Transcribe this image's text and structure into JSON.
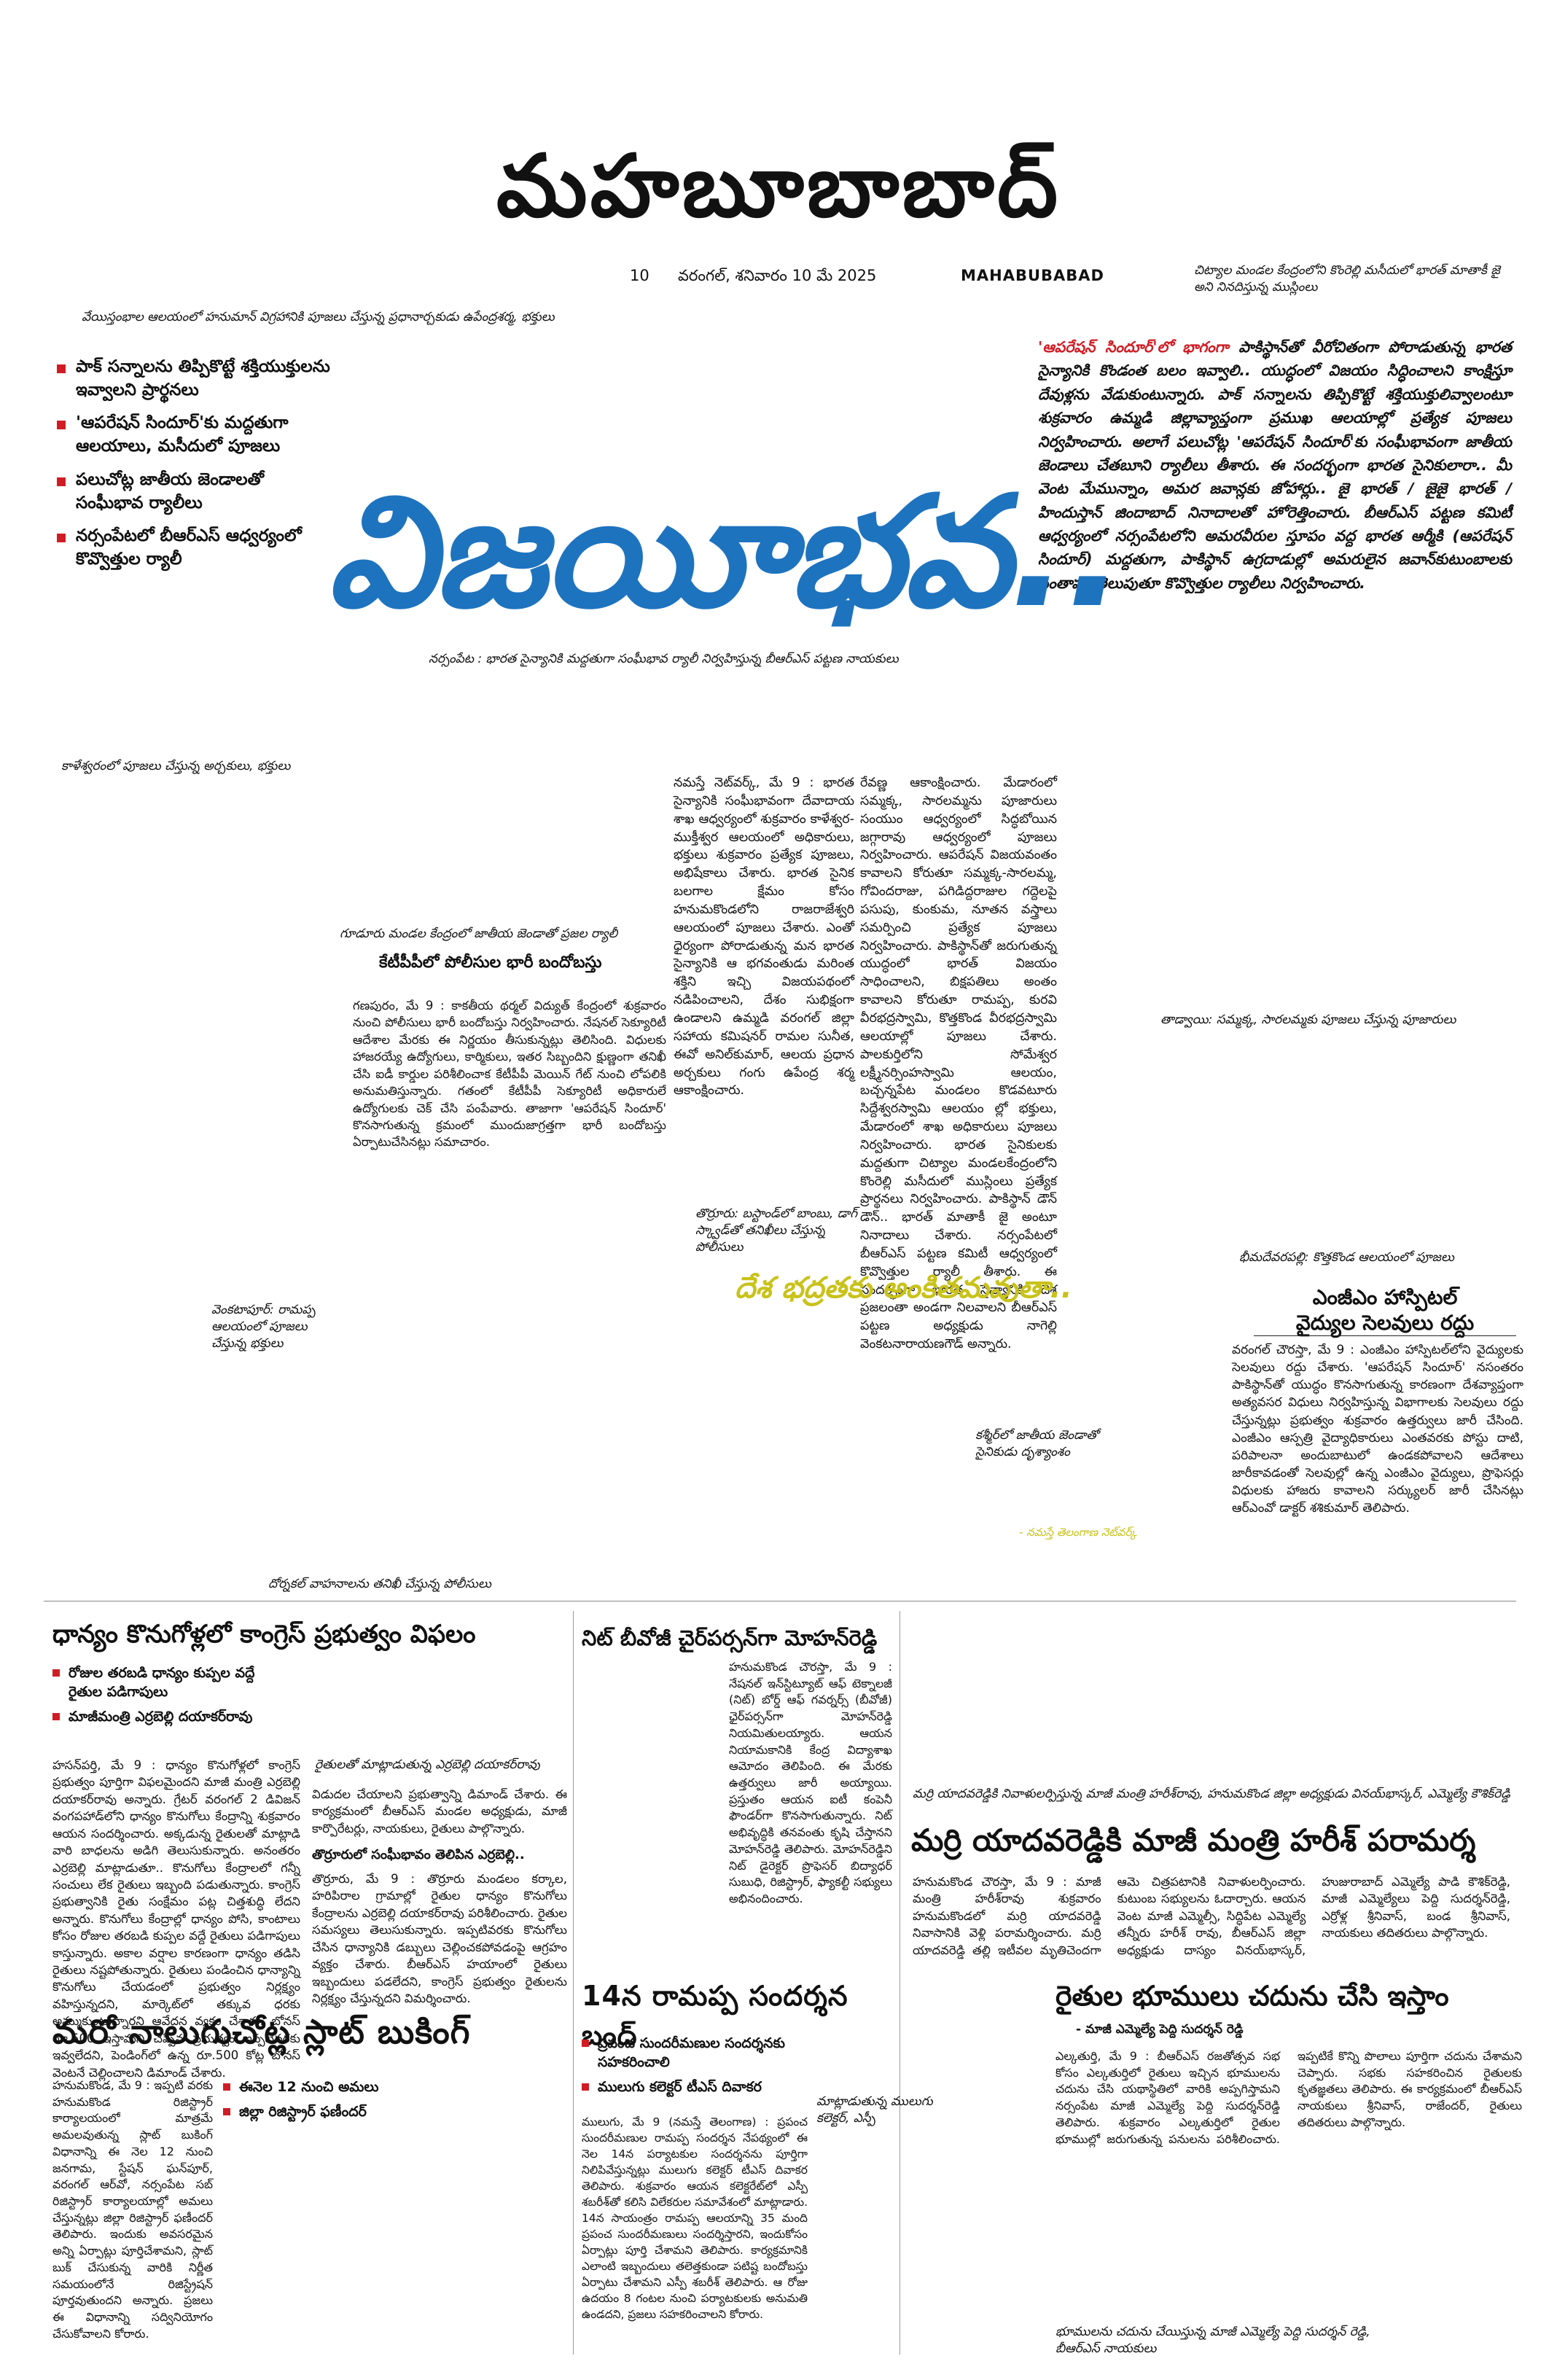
{
  "masthead": "మహబూబాబాద్",
  "folio": {
    "page": "10",
    "dateline": "వరంగల్, శనివారం 10 మే 2025",
    "section": "MAHABUBABAD"
  },
  "captions": {
    "hanuman": "వేయిస్తంభాల ఆలయంలో హనుమాన్ విగ్రహానికి పూజలు చేస్తున్న ప్రధానార్చకుడు ఉపేంద్రశర్మ, భక్తులు",
    "chityala": "చిట్యాల మండల కేంద్రంలోని కొంరెల్లి మసీదులో భారత్ మాతాకీ జై అని నినదిస్తున్న ముస్లింలు",
    "narsampet": "నర్సంపేట : భారత సైన్యానికి మద్దతుగా సంఘీభావ ర్యాలీ నిర్వహిస్తున్న బీఆర్ఎస్ పట్టణ నాయకులు",
    "kaleshwaram": "కాళేశ్వరంలో పూజలు చేస్తున్న అర్చకులు, భక్తులు",
    "gudur": "గూడూరు మండల కేంద్రంలో జాతీయ జెండాతో ప్రజల ర్యాలీ",
    "thadvai": "తాడ్వాయి: సమ్మక్క, సారలమ్మకు పూజలు చేస్తున్న పూజారులు",
    "thorruru": "తొర్రూరు: బస్టాండ్‌లో బాంబు, డాగ్ స్క్వాడ్‌తో తనిఖీలు చేస్తున్న పోలీసులు",
    "bhimadevarapalli": "భీమదేవరపల్లి: కొత్తకొండ ఆలయంలో పూజలు",
    "venkatapur": "వెంకటాపూర్: రామప్ప ఆలయంలో పూజలు చేస్తున్న భక్తులు",
    "kashmir": "కశ్మీర్‌లో జాతీయ జెండాతో సైనికుడు దృశ్యాంశం",
    "credit": "- నమస్తే తెలంగాణ నెట్‌వర్క్",
    "dornakal": "దోర్నకల్ వాహనాలను తనిఖీ చేస్తున్న పోలీసులు",
    "dayakar": "రైతులతో మాట్లాడుతున్న ఎర్రబెల్లి దయాకర్‌రావు",
    "harish": "మర్రి యాదవరెడ్డికి నివాళులర్పిస్తున్న మాజీ మంత్రి హరీశ్‌రావు, హనుమకొండ జిల్లా అధ్యక్షుడు వినయ్‌భాస్కర్, ఎమ్మెల్యే కౌశిక్‌రెడ్డి",
    "collector": "మాట్లాడుతున్న ములుగు కలెక్టర్, ఎస్పీ",
    "peddi": "భూములను చదును చేయిస్తున్న మాజీ ఎమ్మెల్యే పెద్ది సుదర్శన్ రెడ్డి, బీఆర్ఎస్ నాయకులు"
  },
  "top_bullets": [
    "పాక్ సన్నాలను తిప్పికొట్టే శక్తియుక్తులను ఇవ్వాలని ప్రార్థనలు",
    "'ఆపరేషన్ సిందూర్'కు మద్దతుగా ఆలయాలు, మసీదులో పూజలు",
    "పలుచోట్ల జాతీయ జెండాలతో సంఘీభావ ర్యాలీలు",
    "నర్సంపేటలో బీఆర్ఎస్ ఆధ్వర్యంలో కొవ్వొత్తుల ర్యాలీ"
  ],
  "lead": {
    "highlight": "'ఆపరేషన్ సిందూర్'లో భాగంగా",
    "text": "పాకిస్థాన్‌తో వీరోచితంగా పోరాడుతున్న భారత సైన్యానికి కొండంత బలం ఇవ్వాలి.. యుద్ధంలో విజయం సిద్ధించాలని కాంక్షిస్తూ దేవుళ్లను వేడుకుంటున్నారు. పాక్ సన్నాలను తిప్పికొట్టే శక్తియుక్తులివ్వాలంటూ శుక్రవారం ఉమ్మడి జిల్లావ్యాప్తంగా ప్రముఖ ఆలయాల్లో ప్రత్యేక పూజలు నిర్వహించారు. అలాగే పలుచోట్ల 'ఆపరేషన్ సిందూర్'కు సంఘీభావంగా జాతీయ జెండాలు చేతబూని ర్యాలీలు తీశారు. ఈ సందర్భంగా భారత సైనికులారా.. మీ వెంట మేమున్నాం, అమర జవాన్లకు జోహార్లు.. జై భారత్ / జైజై భారత్ / హిందుస్తాన్ జిందాబాద్ నినాదాలతో హోరెత్తించారు. బీఆర్ఎస్ పట్టణ కమిటీ ఆధ్వర్యంలో నర్సంపేటలోని అమరవీరుల స్తూపం వద్ద భారత ఆర్మీకి (ఆపరేషన్ సిందూర్) మద్దతుగా, పాకిస్థాన్ ఉగ్రదాడుల్లో అమరులైన జవాన్‌కుటుంబాలకు సంతాపం తెలుపుతూ కొవ్వొత్తుల ర్యాలీలు నిర్వహించారు."
  },
  "hero": "విజయీభవ..",
  "tagline": "దేశ భద్రతకు అంకితమవుతా..",
  "body_center": "నమస్తే నెట్‌వర్క్, మే 9 : భారత సైన్యానికి సంఘీభావంగా దేవాదాయ శాఖ ఆధ్వర్యంలో శుక్రవారం కాళేశ్వర-ముక్తీశ్వర ఆలయంలో అధికారులు, భక్తులు శుక్రవారం ప్రత్యేక పూజలు, అభిషేకాలు చేశారు. భారత సైనిక బలగాల క్షేమం కోసం హనుమకొండలోని రాజరాజేశ్వరి ఆలయంలో పూజలు చేశారు. ఎంతో ధైర్యంగా పోరాడుతున్న మన భారత సైన్యానికి ఆ భగవంతుడు మరింత శక్తిని ఇచ్చి విజయపథంలో నడిపించాలని, దేశం సుభిక్షంగా ఉండాలని ఉమ్మడి వరంగల్ జిల్లా సహాయ కమిషనర్ రామల సునీత, ఈవో అనిల్‌కుమార్, ఆలయ ప్రధాన అర్చకులు గంగు ఉపేంద్ర శర్మ ఆకాంక్షించారు.",
  "body_right": "రేవణ్ణ ఆకాంక్షించారు. మేడారంలో సమ్మక్క, సారలమ్మను పూజారులు సంయుం ఆధ్వర్యంలో సిద్ధబోయిన జగ్గారావు ఆధ్వర్యంలో పూజలు నిర్వహించారు. ఆపరేషన్ విజయవంతం కావాలని కోరుతూ సమ్మక్క-సారలమ్మ, గోవిందరాజు, పగిడిద్దరాజుల గద్దెలపై పసుపు, కుంకుమ, నూతన వస్త్రాలు సమర్పించి ప్రత్యేక పూజలు నిర్వహించారు. పాకిస్థాన్‌తో జరుగుతున్న యుద్ధంలో భారత్ విజయం సాధించాలని, బిక్షపతిలు అంతం కావాలని కోరుతూ రామప్ప, కురవి వీరభద్రస్వామి, కొత్తకొండ వీరభద్రస్వామి ఆలయాల్లో పూజలు చేశారు. పాలకుర్తిలోని సోమేశ్వర లక్ష్మీనర్సింహస్వామి ఆలయం, బచ్చన్నపేట మండలం కొడవటూరు సిద్దేశ్వరస్వామి ఆలయం ల్లో భక్తులు, మేడారంలో శాఖ అధికారులు పూజలు నిర్వహించారు. భారత సైనికులకు మద్దతుగా చిట్యాల మండలకేంద్రంలోని కొంరెల్లి మసీదులో ముస్లింలు ప్రత్యేక ప్రార్థనలు నిర్వహించారు. పాకిస్థాన్ డౌన్ డౌన్.. భారత్ మాతాకీ జై అంటూ నినాదాలు చేశారు. నర్సంపేటలో బీఆర్ఎస్ పట్టణ కమిటీ ఆధ్వర్యంలో కొవ్వొత్తుల ర్యాలీ తీశారు. ఈ సందర్భంగా భారత సైన్యానికి దేశ ప్రజలంతా అండగా నిలవాలని బీఆర్ఎస్ పట్టణ అధ్యక్షుడు నాగెల్లి వెంకటనారాయణగౌడ్ అన్నారు.",
  "ktpp": {
    "headline": "కేటీపీపీలో పోలీసుల భారీ బందోబస్తు",
    "body": "గణపురం, మే 9 : కాకతీయ థర్మల్ విద్యుత్ కేంద్రంలో శుక్రవారం నుంచి పోలీసులు భారీ బందోబస్తు నిర్వహించారు. నేషనల్ సెక్యూరిటీ ఆదేశాల మేరకు ఈ నిర్ణయం తీసుకున్నట్లు తెలిసింది. విధులకు హాజరయ్యే ఉద్యోగులు, కార్మికులు, ఇతర సిబ్బందిని క్షుణ్ణంగా తనిఖీ చేసి ఐడీ కార్డుల పరిశీలించాక కేటీపీపీ మెయిన్ గేట్ నుంచి లోపలికి అనుమతిస్తున్నారు. గతంలో కేటీపీపీ సెక్యూరిటీ అధికారులే ఉద్యోగులకు చెక్ చేసి పంపేవారు. తాజాగా 'ఆపరేషన్ సిందూర్' కొనసాగుతున్న క్రమంలో ముందుజాగ్రత్తగా భారీ బందోబస్తు ఏర్పాటుచేసినట్లు సమాచారం."
  },
  "mgm": {
    "headline_1": "ఎంజీఎం హాస్పిటల్",
    "headline_2": "వైద్యుల సెలవులు రద్దు",
    "body": "వరంగల్ చౌరస్తా, మే 9 : ఎంజీఎం హాస్పిటల్‌లోని వైద్యులకు సెలవులు రద్దు చేశారు. 'ఆపరేషన్ సిందూర్' నసంతరం పాకిస్థాన్‌తో యుద్ధం కొనసాగుతున్న కారణంగా దేశవ్యాప్తంగా అత్యవసర విధులు నిర్వహిస్తున్న విభాగాలకు సెలవులు రద్దు చేస్తున్నట్లు ప్రభుత్వం శుక్రవారం ఉత్తర్వులు జారీ చేసింది. ఎంజీఎం ఆస్పత్రి వైద్యాధికారులు ఎంతవరకు పోస్టు దాటి, పరిపాలనా అందుబాటులో ఉండకపోవాలని ఆదేశాలు జారీకావడంతో సెలవుల్లో ఉన్న ఎంజీఎం వైద్యులు, ప్రొఫెసర్లు విధులకు హాజరు కావాలని సర్క్యులర్ జారీ చేసినట్లు ఆర్‌ఎంవో డాక్టర్ శశికుమార్ తెలిపారు."
  },
  "grain": {
    "headline": "ధాన్యం కొనుగోళ్లలో కాంగ్రెస్ ప్రభుత్వం విఫలం",
    "bullets": [
      "రోజుల తరబడి ధాన్యం కుప్పల వద్దే రైతుల పడిగాపులు",
      "మాజీమంత్రి ఎర్రబెల్లి దయాకర్‌రావు"
    ],
    "body": "హసన్‌పర్తి, మే 9 : ధాన్యం కొనుగోళ్లలో కాంగ్రెస్ ప్రభుత్వం పూర్తిగా విఫలమైందని మాజీ మంత్రి ఎర్రబెల్లి దయాకర్‌రావు అన్నారు. గ్రేటర్ వరంగల్ 2 డివిజన్ వంగపహాడ్‌లోని ధాన్యం కొనుగోలు కేంద్రాన్ని శుక్రవారం ఆయన సందర్శించారు. అక్కడున్న రైతులతో మాట్లాడి వారి బాధలను అడిగి తెలుసుకున్నారు. అనంతరం ఎర్రబెల్లి మాట్లాడుతూ.. కొనుగోలు కేంద్రాలలో గన్నీ సంచులు లేక రైతులు ఇబ్బంది పడుతున్నారు. కాంగ్రెస్ ప్రభుత్వానికి రైతు సంక్షేమం పట్ల చిత్తశుద్ధి లేదని అన్నారు. కొనుగోలు కేంద్రాల్లో ధాన్యం పోసి, కాంటాలు కోసం రోజుల తరబడి కుప్పల వద్దే రైతులు పడిగాపులు కాస్తున్నారు. అకాల వర్షాల కారణంగా ధాన్యం తడిసి రైతులు నష్టపోతున్నారు. రైతులు పండించిన ధాన్యాన్ని కొనుగోలు చేయడంలో ప్రభుత్వం నిర్లక్ష్యం వహిస్తున్నదని, మార్కెట్‌లో తక్కువ ధరకు అమ్ముకుంటున్నారని ఆవేదన వ్యక్తం చేశారు. బోనస్ రూ.500 ఇస్తామని చెప్పిన ప్రభుత్వం ఇప్పటివరకు ఇవ్వలేదని, పెండింగ్‌లో ఉన్న రూ.500 కోట్ల బోనస్ వెంటనే చెల్లించాలని డిమాండ్ చేశారు.",
    "body2": "విడుదల చేయాలని ప్రభుత్వాన్ని డిమాండ్ చేశారు. ఈ కార్యక్రమంలో బీఆర్ఎస్ మండల అధ్యక్షుడు, మాజీ కార్పొరేటర్లు, నాయకులు, రైతులు పాల్గొన్నారు.",
    "sub": "తొర్రూరులో సంఘీభావం తెలిపిన ఎర్రబెల్లి..",
    "body3": "తొర్రూరు, మే 9 : తొర్రూరు మండలం కర్కాల, హరిపిరాల గ్రామాల్లో రైతుల ధాన్యం కొనుగోలు కేంద్రాలను ఎర్రబెల్లి దయాకర్‌రావు పరిశీలించారు. రైతుల సమస్యలు తెలుసుకున్నారు. ఇప్పటివరకు కొనుగోలు చేసిన ధాన్యానికి డబ్బులు చెల్లించకపోవడంపై ఆగ్రహం వ్యక్తం చేశారు. బీఆర్ఎస్ హయాంలో రైతులు ఇబ్బందులు పడలేదని, కాంగ్రెస్ ప్రభుత్వం రైతులను నిర్లక్ష్యం చేస్తున్నదని విమర్శించారు."
  },
  "nit": {
    "headline": "నిట్ బీవోజీ చైర్‌పర్సన్‌గా మోహన్‌రెడ్డి",
    "body": "హనుమకొండ చౌరస్తా, మే 9 : నేషనల్ ఇన్‌స్టిట్యూట్ ఆఫ్ టెక్నాలజీ (నిట్) బోర్డ్ ఆఫ్ గవర్నర్స్ (బీవోజీ) ఛైర్‌పర్సన్‌గా మోహన్‌రెడ్డి నియమితులయ్యారు. ఆయన నియామకానికి కేంద్ర విద్యాశాఖ ఆమోదం తెలిపింది. ఈ మేరకు ఉత్తర్వులు జారీ అయ్యాయి. ప్రస్తుతం ఆయన ఐటీ కంపెనీ ఫౌండర్‌గా కొనసాగుతున్నారు. నిట్ అభివృద్ధికి తనవంతు కృషి చేస్తానని మోహన్‌రెడ్డి తెలిపారు. మోహన్‌రెడ్డిని నిట్ డైరెక్టర్ ప్రొఫెసర్ బిద్యాధర్ సుబుధి, రిజిస్ట్రార్, ఫ్యాకల్టీ సభ్యులు అభినందించారు."
  },
  "marri": {
    "headline": "మర్రి యాదవరెడ్డికి మాజీ మంత్రి హరీశ్ పరామర్శ",
    "body": "హనుమకొండ చౌరస్తా, మే 9 : మాజీ మంత్రి హరీశ్‌రావు శుక్రవారం హనుమకొండలో మర్రి యాదవరెడ్డి నివాసానికి వెళ్లి పరామర్శించారు. మర్రి యాదవరెడ్డి తల్లి ఇటీవల మృతిచెందగా ఆమె చిత్రపటానికి నివాళులర్పించారు. కుటుంబ సభ్యులను ఓదార్చారు. ఆయన వెంట మాజీ ఎమ్మెల్సీ, సిద్ధిపేట ఎమ్మెల్యే తన్నీరు హరీశ్ రావు, బీఆర్ఎస్ జిల్లా అధ్యక్షుడు దాస్యం వినయ్‌భాస్కర్, హుజురాబాద్ ఎమ్మెల్యే పాడి కౌశిక్‌రెడ్డి, మాజీ ఎమ్మెల్యేలు పెద్ది సుదర్శన్‌రెడ్డి, ఎర్రోళ్ల శ్రీనివాస్, బండ శ్రీనివాస్, నాయకులు తదితరులు పాల్గొన్నారు."
  },
  "ramappa": {
    "headline": "14న రామప్ప సందర్శన బంద్",
    "bullets": [
      "ప్రపంచ సుందరీమణుల సందర్శనకు సహకరించాలి",
      "ములుగు కలెక్టర్ టీఎస్ దివాకర"
    ],
    "body": "ములుగు, మే 9 (నమస్తే తెలంగాణ) : ప్రపంచ సుందరీమణుల రామప్ప సందర్శన నేపథ్యంలో ఈ నెల 14న పర్యాటకుల సందర్శనను పూర్తిగా నిలిపివేస్తున్నట్లు ములుగు కలెక్టర్ టీఎస్ దివాకర తెలిపారు. శుక్రవారం ఆయన కలెక్టరేట్‌లో ఎస్పీ శబరీశ్‌తో కలిసి విలేకరుల సమావేశంలో మాట్లాడారు. 14న సాయంత్రం రామప్ప ఆలయాన్ని 35 మంది ప్రపంచ సుందరీమణులు సందర్శిస్తారని, ఇందుకోసం ఏర్పాట్లు పూర్తి చేశామని తెలిపారు. కార్యక్రమానికి ఎలాంటి ఇబ్బందులు తలెత్తకుండా పటిష్ట బందోబస్తు ఏర్పాటు చేశామని ఎస్పీ శబరీశ్ తెలిపారు. ఆ రోజు ఉదయం 8 గంటల నుంచి పర్యాటకులకు అనుమతి ఉండదని, ప్రజలు సహకరించాలని కోరారు."
  },
  "lands": {
    "headline": "రైతుల భూములు చదును చేసి ఇస్తాం",
    "byline": "- మాజీ ఎమ్మెల్యే పెద్ది సుదర్శన్ రెడ్డి",
    "body": "ఎల్కతుర్తి, మే 9 : బీఆర్ఎస్ రజతోత్సవ సభ కోసం ఎల్కతుర్తిలో రైతులు ఇచ్చిన భూములను చదును చేసి యథాస్థితిలో వారికి అప్పగిస్తామని నర్సంపేట మాజీ ఎమ్మెల్యే పెద్ది సుదర్శన్‌రెడ్డి తెలిపారు. శుక్రవారం ఎల్కతుర్తిలో రైతుల భూముల్లో జరుగుతున్న పనులను పరిశీలించారు. ఇప్పటికే కొన్ని పొలాలు పూర్తిగా చదును చేశామని చెప్పారు. సభకు సహకరించిన రైతులకు కృతజ్ఞతలు తెలిపారు. ఈ కార్యక్రమంలో బీఆర్ఎస్ నాయకులు శ్రీనివాస్, రాజేందర్, రైతులు తదితరులు పాల్గొన్నారు."
  },
  "slot": {
    "headline": "మరో నాలుగుచోట్ల స్లాట్ బుకింగ్",
    "bullets": [
      "ఈనెల 12 నుంచి అమలు",
      "జిల్లా రిజిస్ట్రార్ ఫణీందర్"
    ],
    "body": "హనుమకొండ, మే 9 : ఇప్పటి వరకు హనుమకొండ రిజిస్ట్రార్ కార్యాలయంలో మాత్రమే అమలవుతున్న స్లాట్ బుకింగ్ విధానాన్ని ఈ నెల 12 నుంచి జనగామ, స్టేషన్ ఘన్‌పూర్, వరంగల్ ఆర్‌వో, నర్సంపేట సబ్ రిజిస్ట్రార్ కార్యాలయాల్లో అమలు చేస్తున్నట్లు జిల్లా రిజిస్ట్రార్ ఫణీందర్ తెలిపారు. ఇందుకు అవసరమైన అన్ని ఏర్పాట్లు పూర్తిచేశామని, స్లాట్ బుక్ చేసుకున్న వారికి నిర్ణీత సమయంలోనే రిజిస్ట్రేషన్ పూర్తవుతుందని అన్నారు. ప్రజలు ఈ విధానాన్ని సద్వినియోగం చేసుకోవాలని కోరారు."
  }
}
